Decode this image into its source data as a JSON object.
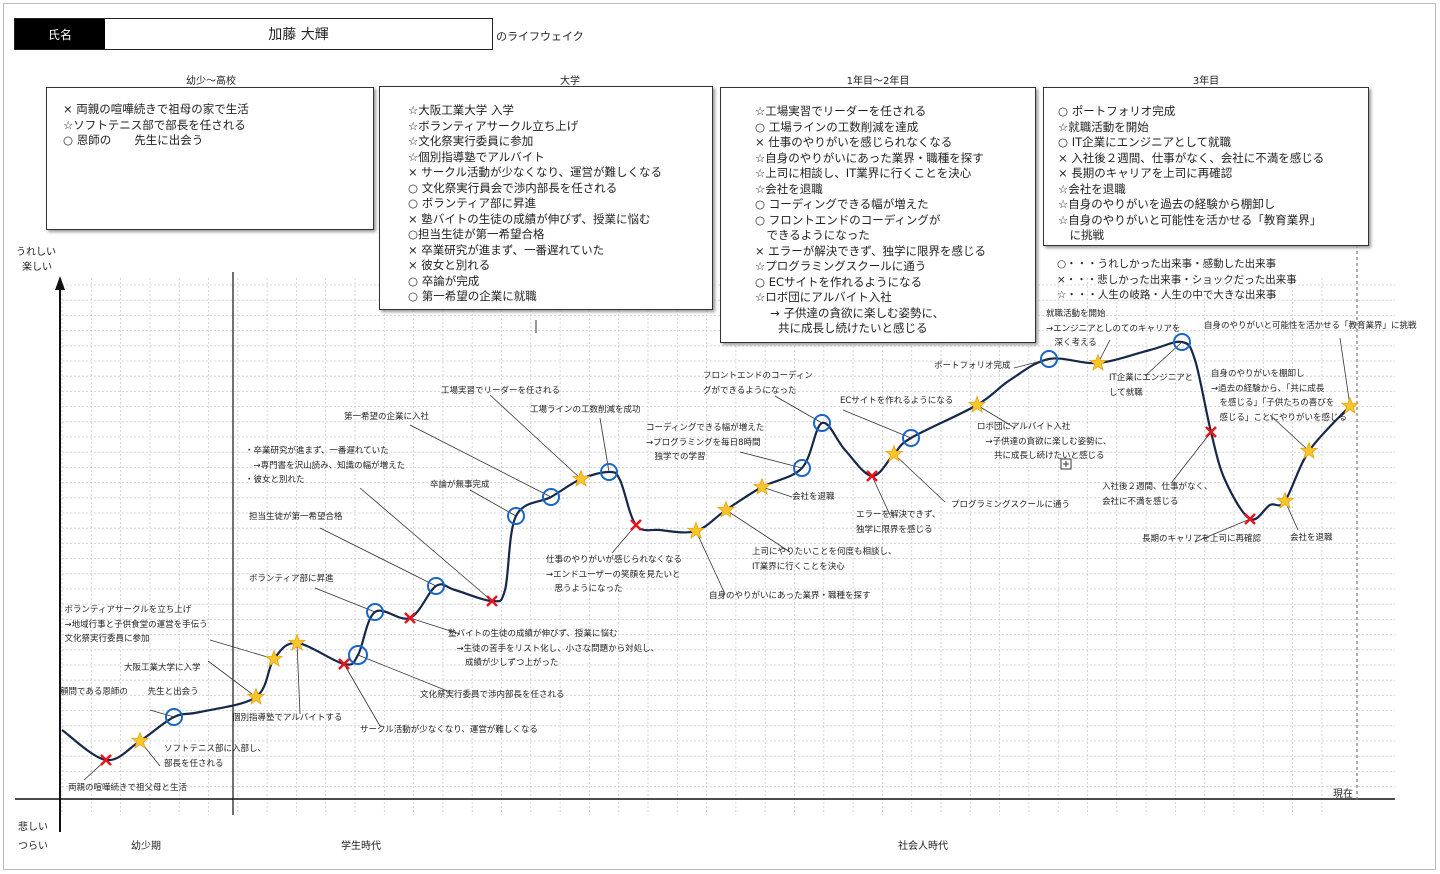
{
  "header": {
    "name_label": "氏名",
    "name": "加藤 大輝",
    "suffix": "のライフウェイク"
  },
  "sections": [
    {
      "title": "幼少〜高校",
      "items": "× 両親の喧嘩続きで祖母の家で生活\n☆ソフトテニス部で部長を任される\n○ 恩師の　　先生に出会う"
    },
    {
      "title": "大学",
      "items": "☆大阪工業大学 入学\n☆ボランティアサークル立ち上げ\n☆文化祭実行委員に参加\n☆個別指導塾でアルバイト\n× サークル活動が少なくなり、運営が難しくなる\n○ 文化祭実行員会で渉内部長を任される\n○ ボランティア部に昇進\n× 塾バイトの生徒の成績が伸びず、授業に悩む\n○担当生徒が第一希望合格\n× 卒業研究が進まず、一番遅れていた\n× 彼女と別れる\n○ 卒論が完成\n○ 第一希望の企業に就職"
    },
    {
      "title": "1年目〜2年目",
      "items": "☆工場実習でリーダーを任される\n○ 工場ラインの工数削減を達成\n× 仕事のやりがいを感じられなくなる\n☆自身のやりがいにあった業界・職種を探す\n☆上司に相談し、IT業界に行くことを決心\n☆会社を退職\n○ コーディングできる幅が増えた\n○ フロントエンドのコーディングが\n　できるようになった\n× エラーが解決できず、独学に限界を感じる\n☆プログラミングスクールに通う\n○ ECサイトを作れるようになる\n☆ロボ団にアルバイト入社\n　 → 子供達の貪欲に楽しむ姿勢に、\n　　共に成長し続けたいと感じる"
    },
    {
      "title": "3年目",
      "items": "○ ポートフォリオ完成\n☆就職活動を開始\n○ IT企業にエンジニアとして就職\n× 入社後２週間、仕事がなく、会社に不満を感じる\n× 長期のキャリアを上司に再確認\n☆会社を退職\n☆自身のやりがいを過去の経験から棚卸し\n☆自身のやりがいと可能性を活かせる「教育業界」\n　に挑戦"
    }
  ],
  "legend": "○・・・うれしかった出来事・感動した出来事\n×・・・悲しかった出来事・ショックだった出来事\n☆・・・人生の岐路・人生の中で大きな出来事",
  "axis": {
    "top1": "うれしい",
    "top2": "楽しい",
    "bottom1": "悲しい",
    "bottom2": "つらい",
    "now": "現在",
    "periods": [
      "幼少期",
      "学生時代",
      "社会人時代"
    ]
  },
  "colors": {
    "circle": "#1a66c4",
    "cross": "#e8141c",
    "star": "#f7c62b",
    "curve": "#16284a"
  },
  "chart_data": {
    "type": "line",
    "title": "ライフウェイク",
    "ylabel": "うれしい・楽しい ↔ 悲しい・つらい",
    "events": [
      {
        "type": "cross",
        "label": "両親の喧嘩続きで祖父母と生活"
      },
      {
        "type": "star",
        "label": "ソフトテニス部に入部し、\n部長を任される"
      },
      {
        "type": "circle",
        "label": "顧問である恩師の　　 先生と出会う"
      },
      {
        "type": "star",
        "label": "大阪工業大学に入学"
      },
      {
        "type": "star",
        "label": "・ボランティアサークルを立ち上げ\n　→地域行事と子供食堂の運営を手伝う\n・文化祭実行委員に参加"
      },
      {
        "type": "star",
        "label": "個別指導塾でアルバイトする"
      },
      {
        "type": "cross",
        "label": "サークル活動が少なくなり、運営が難しくなる"
      },
      {
        "type": "circle",
        "label": "文化祭実行委員で渉内部長を任される"
      },
      {
        "type": "circle",
        "label": "ボランティア部に昇進"
      },
      {
        "type": "cross",
        "label": "塾バイトの生徒の成績が伸びず、授業に悩む\n　→生徒の苦手をリスト化し、小さな問題から対処し、\n　　成績が少しずつ上がった"
      },
      {
        "type": "circle",
        "label": "担当生徒が第一希望合格"
      },
      {
        "type": "cross",
        "label": "・卒業研究が進まず、一番遅れていた\n　→専門書を沢山読み、知識の幅が増えた\n・彼女と別れた"
      },
      {
        "type": "circle",
        "label": "卒論が無事完成"
      },
      {
        "type": "circle",
        "label": "第一希望の企業に入社"
      },
      {
        "type": "star",
        "label": "工場実習でリーダーを任される"
      },
      {
        "type": "circle",
        "label": "工場ラインの工数削減を成功"
      },
      {
        "type": "cross",
        "label": "仕事のやりがいが感じられなくなる\n→エンドユーザーの笑顔を見たいと\n　思うようになった"
      },
      {
        "type": "star",
        "label": "自身のやりがいにあった業界・職種を探す"
      },
      {
        "type": "star",
        "label": "上司にやりたいことを何度も相談し、\nIT業界に行くことを決心"
      },
      {
        "type": "star",
        "label": "会社を退職"
      },
      {
        "type": "circle",
        "label": "コーディングできる幅が増えた\n→プログラミングを毎日8時間\n　独学での学習"
      },
      {
        "type": "circle",
        "label": "フロントエンドのコーディン\nグができるようになった"
      },
      {
        "type": "cross",
        "label": "エラーを解決できず、\n独学に限界を感じる"
      },
      {
        "type": "star",
        "label": "プログラミングスクールに通う"
      },
      {
        "type": "circle",
        "label": "ECサイトを作れるようになる"
      },
      {
        "type": "star",
        "label": "ロボ団にアルバイト入社\n　→子供達の貪欲に楽しむ姿勢に、\n　　共に成長し続けたいと感じる"
      },
      {
        "type": "circle",
        "label": "ポートフォリオ完成"
      },
      {
        "type": "star",
        "label": "就職活動を開始\n→エンジニアとしのてのキャリアを\n　深く考える"
      },
      {
        "type": "circle",
        "label": "IT企業にエンジニアと\nして就職"
      },
      {
        "type": "cross",
        "label": "入社後２週間、仕事がなく、\n会社に不満を感じる"
      },
      {
        "type": "cross",
        "label": "長期のキャリアを上司に再確認"
      },
      {
        "type": "star",
        "label": "会社を退職"
      },
      {
        "type": "star",
        "label": "自身のやりがいを棚卸し\n→過去の経験から、「共に成長\n　を感じる」「子供たちの喜びを\n　感じる」ことにやりがいを感じる"
      },
      {
        "type": "star",
        "label": "自身のやりがいと可能性を活かせる「教育業界」に挑戦"
      }
    ]
  }
}
